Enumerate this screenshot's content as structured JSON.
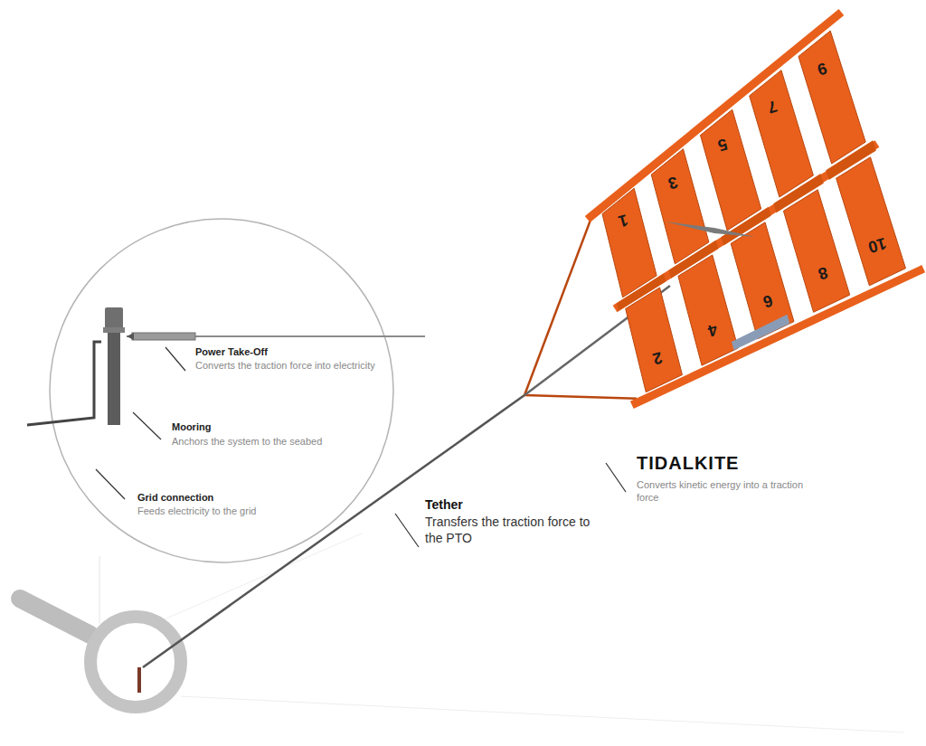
{
  "diagram": {
    "labels": [
      "Power Take-Off",
      "Converts the traction force into electricity",
      "Mooring",
      "Anchors the system to the seabed",
      "Grid connection",
      "Feeds electricity to the grid",
      "Tether",
      "Transfers the traction force to the PTO",
      "TIDALKITE",
      "Converts kinetic energy into a traction force",
      "1",
      "3",
      "5",
      "7",
      "9",
      "2",
      "4",
      "6",
      "8",
      "10"
    ]
  }
}
